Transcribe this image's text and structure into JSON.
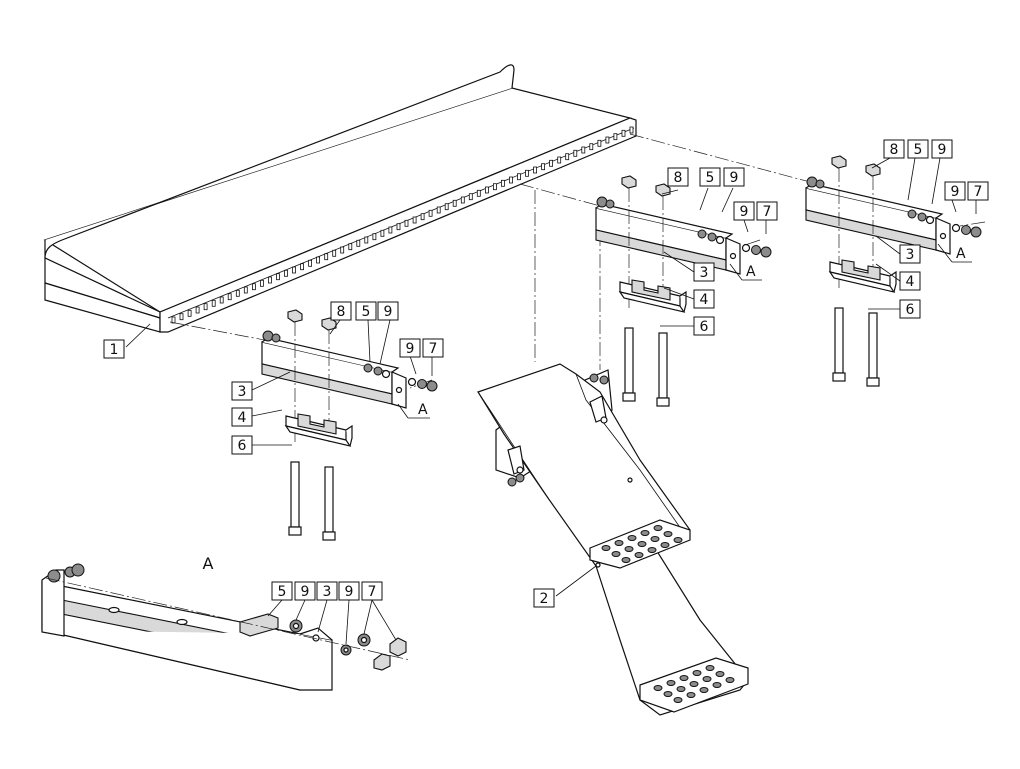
{
  "callouts": {
    "c1": "1",
    "c2": "2",
    "g1": {
      "n3": "3",
      "n4": "4",
      "n6": "6",
      "n8": "8",
      "n5": "5",
      "n9a": "9",
      "n9b": "9",
      "n7": "7",
      "a": "A"
    },
    "g2": {
      "n3": "3",
      "n4": "4",
      "n6": "6",
      "n8": "8",
      "n5": "5",
      "n9a": "9",
      "n9b": "9",
      "n7": "7",
      "a": "A"
    },
    "g3": {
      "n3": "3",
      "n4": "4",
      "n6": "6",
      "n8": "8",
      "n5": "5",
      "n9a": "9",
      "n9b": "9",
      "n7": "7",
      "a": "A"
    },
    "detail": {
      "title": "A",
      "n5": "5",
      "n9a": "9",
      "n3": "3",
      "n9b": "9",
      "n7": "7"
    }
  },
  "colors": {
    "line": "#111111",
    "background": "#ffffff",
    "shade": "#d9d9d9"
  },
  "icons": [
    "shelf-part",
    "step-ladder-part",
    "bracket-part",
    "clip-part",
    "bolt-part",
    "nut-part",
    "washer-part"
  ]
}
